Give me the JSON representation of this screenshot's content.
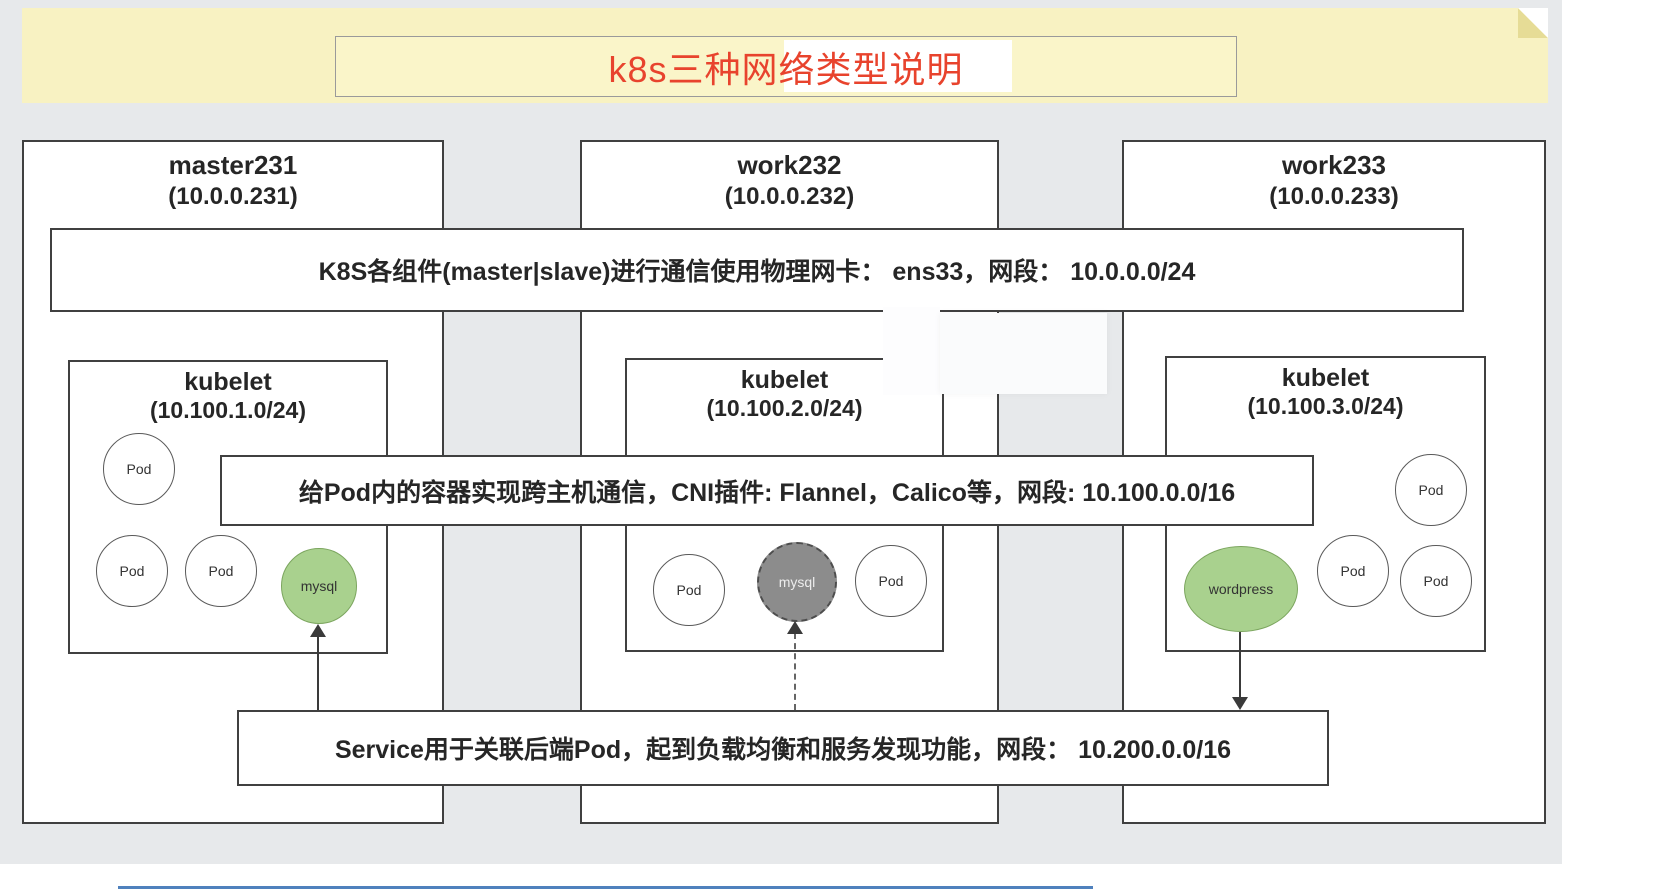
{
  "title": {
    "text": "k8s三种网络类型说明"
  },
  "banners": {
    "physical": "K8S各组件(master|slave)进行通信使用物理网卡： ens33，网段： 10.0.0.0/24",
    "cni": "给Pod内的容器实现跨主机通信，CNI插件: Flannel，Calico等，网段: 10.100.0.0/16",
    "service": "Service用于关联后端Pod，起到负载均衡和服务发现功能，网段： 10.200.0.0/16"
  },
  "nodes": [
    {
      "name": "master231",
      "ip": "(10.0.0.231)",
      "kubelet": "kubelet",
      "cidr": "(10.100.1.0/24)"
    },
    {
      "name": "work232",
      "ip": "(10.0.0.232)",
      "kubelet": "kubelet",
      "cidr": "(10.100.2.0/24)"
    },
    {
      "name": "work233",
      "ip": "(10.0.0.233)",
      "kubelet": "kubelet",
      "cidr": "(10.100.3.0/24)"
    }
  ],
  "pods": {
    "master231": [
      "Pod",
      "Pod",
      "Pod",
      "mysql"
    ],
    "work232": [
      "Pod",
      "mysql",
      "Pod"
    ],
    "work233": [
      "Pod",
      "wordpress",
      "Pod",
      "Pod"
    ]
  },
  "colors": {
    "title_text": "#e8432d",
    "banner_yellow": "#f8f2c2",
    "pod_green": "#a9d18e",
    "pod_gray": "#8c8c8c",
    "box_border": "#404040",
    "background_gray": "#e7e9eb"
  }
}
